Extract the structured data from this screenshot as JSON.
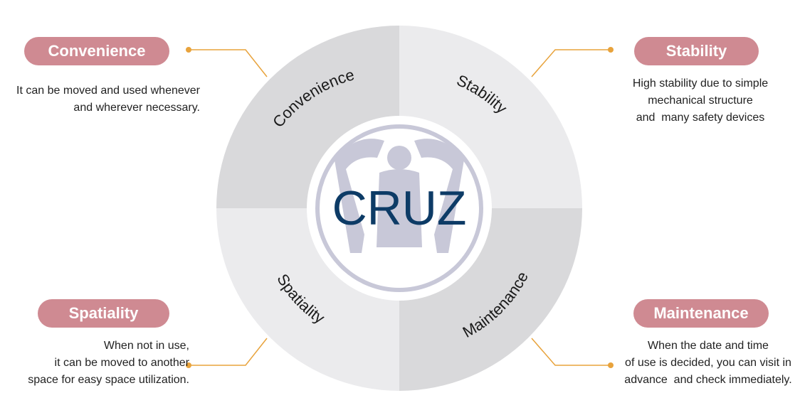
{
  "center": {
    "logo_text": "CRUZ",
    "logo_icon": "person-sheltered-by-hands-icon",
    "text_color": "#0d3b66",
    "icon_color": "#c8c8d8"
  },
  "ring_colors": {
    "dark": "#d9d9db",
    "light": "#ebebed",
    "pill": "#cf8a92",
    "connector": "#e8a33c"
  },
  "features": [
    {
      "key": "convenience",
      "pill_label": "Convenience",
      "ring_label": "Convenience",
      "description": [
        "It can be moved and used whenever",
        "and wherever necessary."
      ]
    },
    {
      "key": "stability",
      "pill_label": "Stability",
      "ring_label": "Stability",
      "description": [
        "High stability due to simple",
        "mechanical structure",
        "and  many safety devices"
      ]
    },
    {
      "key": "spatiality",
      "pill_label": "Spatiality",
      "ring_label": "Spatiality",
      "description": [
        "When not in use,",
        "it can be moved to another",
        "space for easy space utilization."
      ]
    },
    {
      "key": "maintenance",
      "pill_label": "Maintenance",
      "ring_label": "Maintenance",
      "description": [
        "When the date and time",
        "of use is decided, you can visit in",
        "advance  and check immediately."
      ]
    }
  ]
}
